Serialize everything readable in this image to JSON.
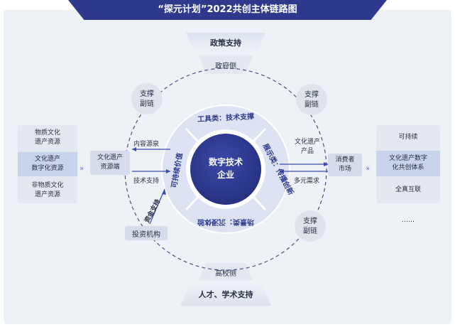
{
  "title": "“探元计划”2022共创主体链路图",
  "top": {
    "policy": "政策支持",
    "government": "政府侧"
  },
  "bottom": {
    "university": "高校侧",
    "talent": "人才、学术支持"
  },
  "center": {
    "line1": "数字技术",
    "line2": "企业"
  },
  "ring": {
    "tools": "工具类：技术支撑",
    "display": "展示类：传播创新",
    "venue": "场景类：沉浸体验",
    "sustain": "可持续价值"
  },
  "support": {
    "tl": [
      "支撑",
      "副链"
    ],
    "tr": [
      "支撑",
      "副链"
    ],
    "br": [
      "支撑",
      "副链"
    ]
  },
  "left": {
    "items": [
      [
        "物质文化",
        "遗产资源"
      ],
      [
        "文化遗产",
        "数字化资源"
      ],
      [
        "非物质文化",
        "遗产资源"
      ]
    ],
    "endpoint": [
      "文化遗产",
      "资源端"
    ],
    "content_source": "内容源泉",
    "tech_support": "技术支持",
    "funding": "资金支持",
    "investor": "投资机构"
  },
  "right": {
    "product": [
      "文化遗产",
      "产品"
    ],
    "demand": "多元需求",
    "market": [
      "消费者",
      "市场"
    ],
    "items": [
      [
        "可持续"
      ],
      [
        "文化遗产数字",
        "化共创体系"
      ],
      [
        "全真互联"
      ],
      [
        "……"
      ]
    ]
  },
  "colors": {
    "primary": "#2d3a8c",
    "ring": "#dde3f2",
    "background": "#eef1f6"
  }
}
